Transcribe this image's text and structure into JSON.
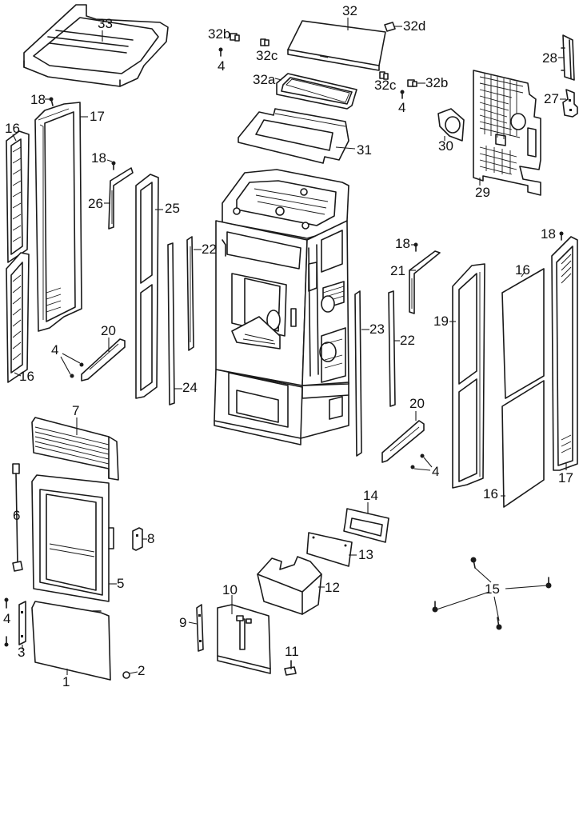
{
  "labels": {
    "p33": "33",
    "p32": "32",
    "p32b_l": "32b",
    "p32d": "32d",
    "p32c_l": "32c",
    "p4_top": "4",
    "p32a": "32a",
    "p32c_r": "32c",
    "p32b_r": "32b",
    "p4_top_r": "4",
    "p28": "28",
    "p27": "27",
    "p30": "30",
    "p29": "29",
    "p31": "31",
    "p18_a": "18",
    "p17_l": "17",
    "p16_a": "16",
    "p18_b": "18",
    "p26": "26",
    "p25": "25",
    "p22_a": "22",
    "p20_l": "20",
    "p4_l": "4",
    "p16_b": "16",
    "p24": "24",
    "p18_c": "18",
    "p21": "21",
    "p18_d": "18",
    "p16_c": "16",
    "p19": "19",
    "p23": "23",
    "p22_b": "22",
    "p20_r": "20",
    "p4_r": "4",
    "p17_r": "17",
    "p16_d": "16",
    "p7": "7",
    "p6": "6",
    "p8": "8",
    "p5": "5",
    "p14": "14",
    "p13": "13",
    "p12": "12",
    "p10": "10",
    "p9": "9",
    "p4_b": "4",
    "p3": "3",
    "p1": "1",
    "p2": "2",
    "p11": "11",
    "p15": "15"
  }
}
